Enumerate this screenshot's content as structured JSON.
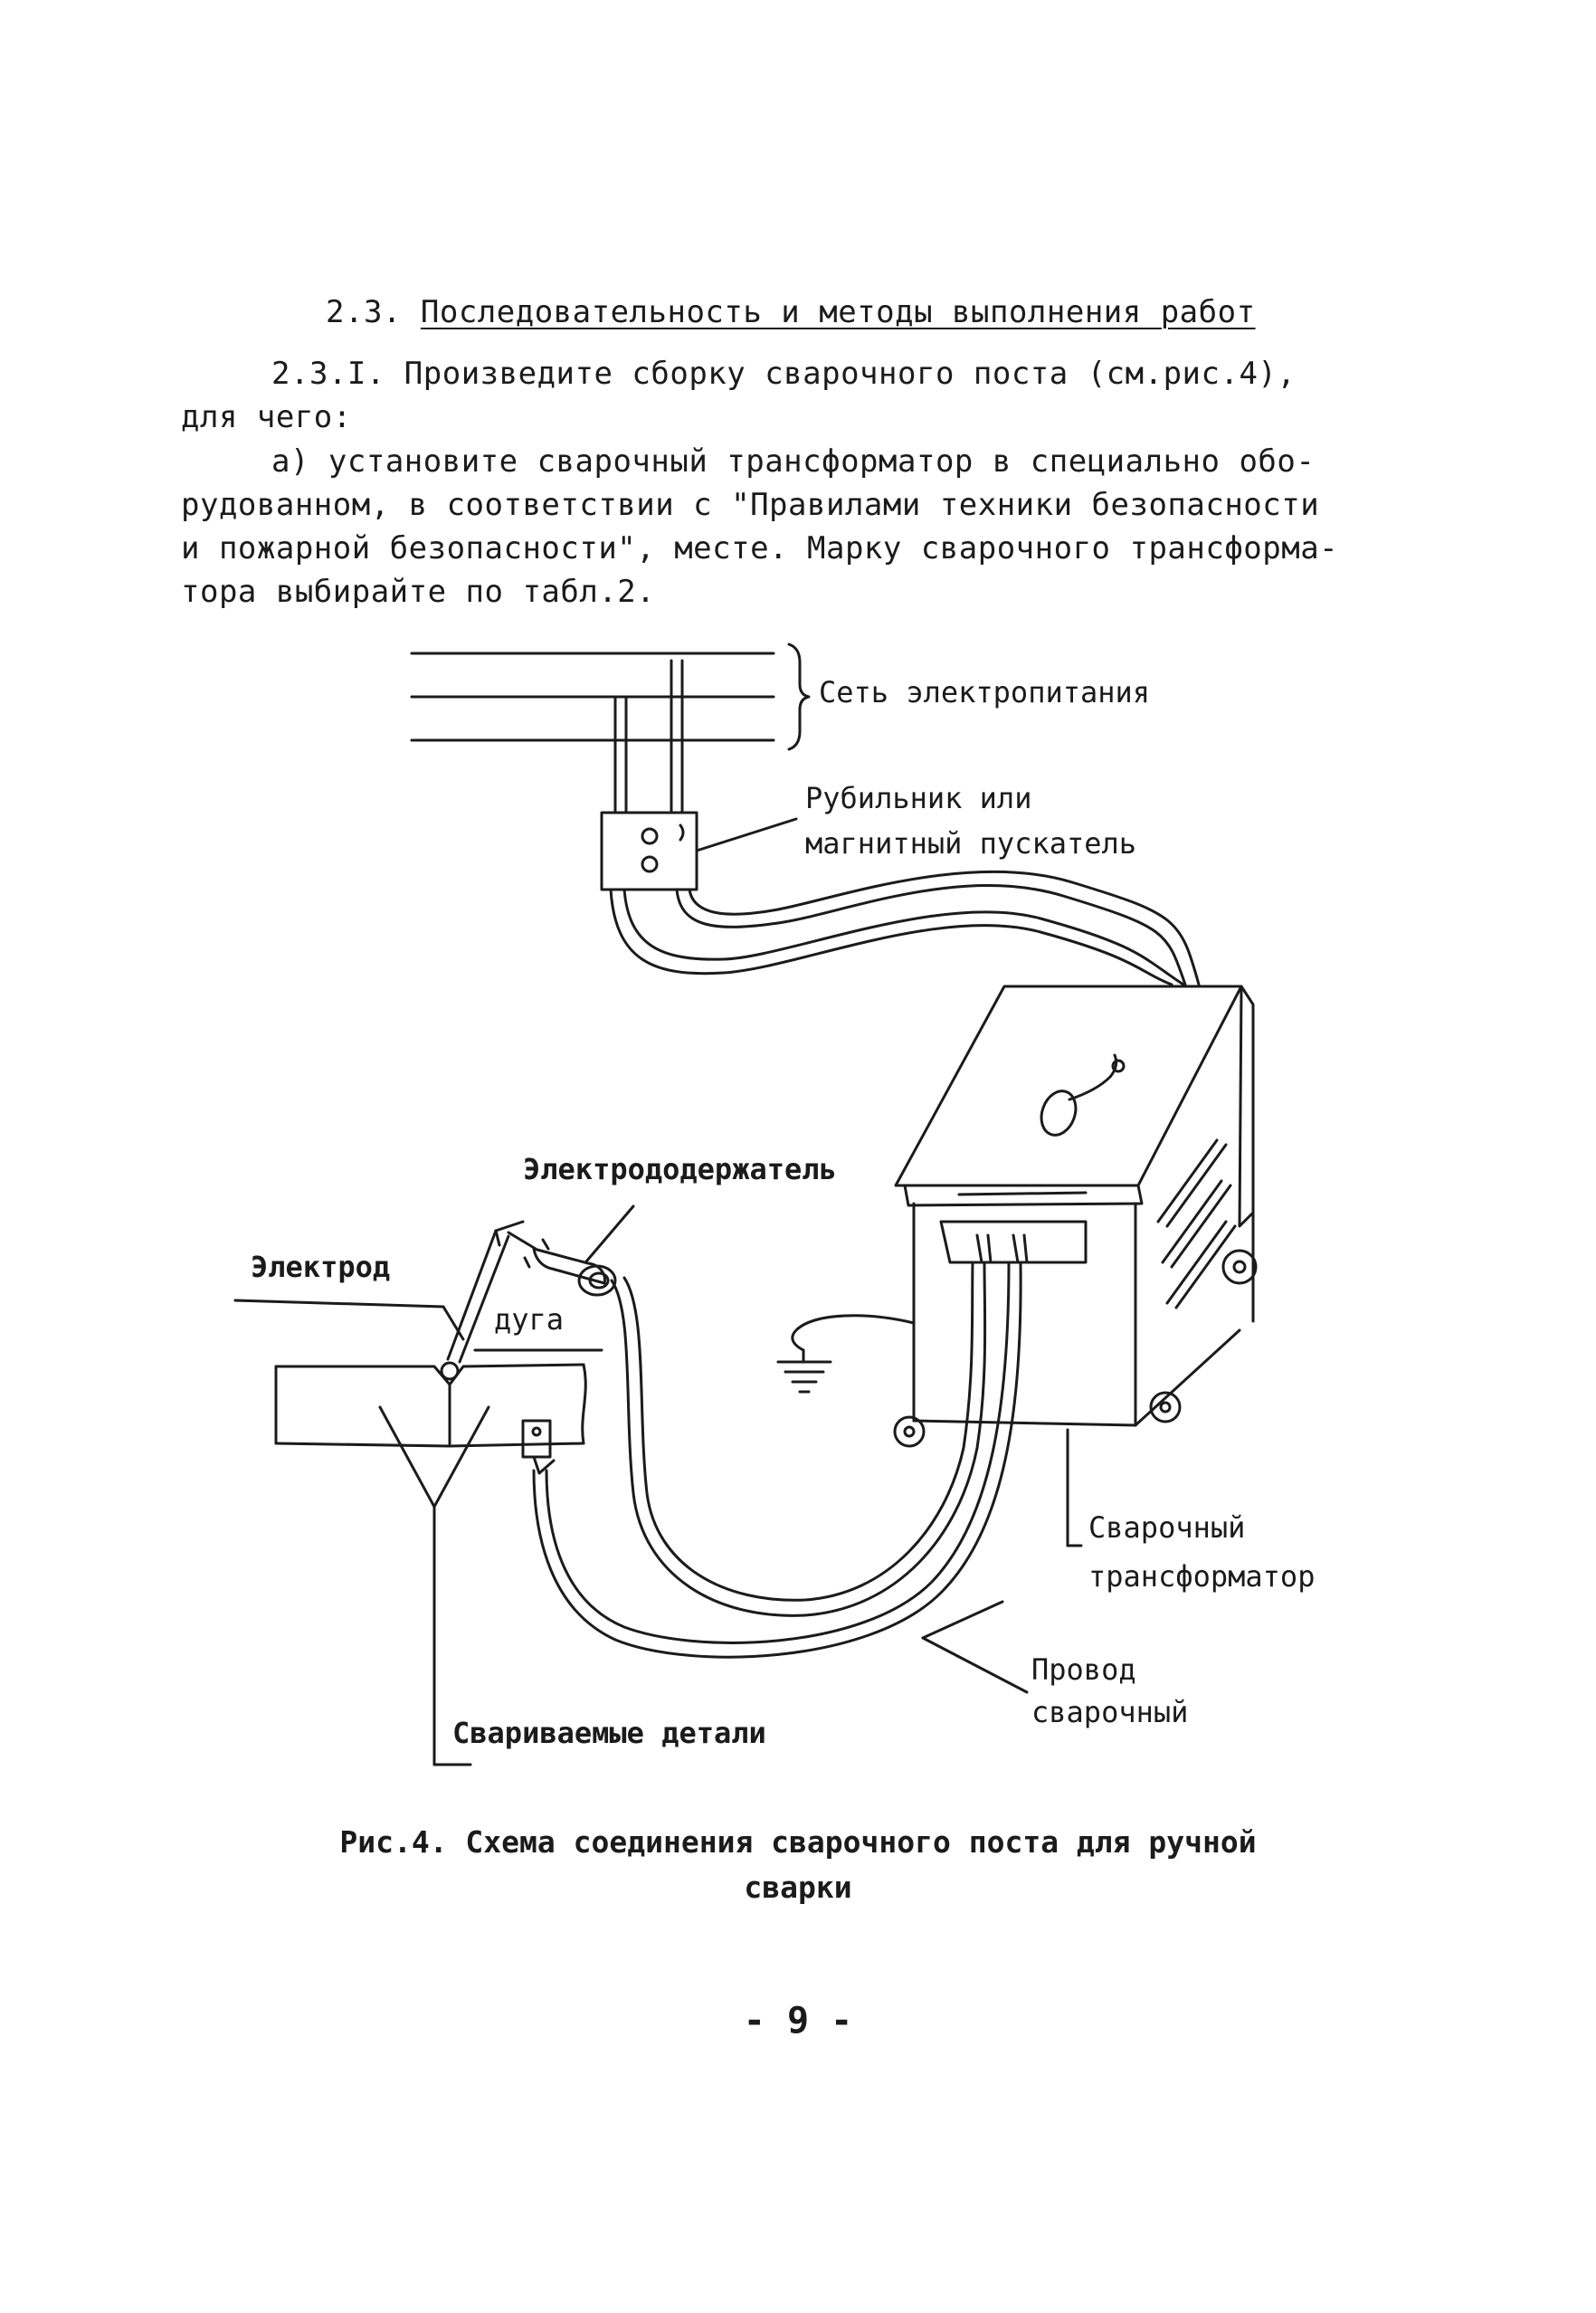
{
  "section": {
    "number": "2.3.",
    "title": "Последовательность и методы выполнения работ"
  },
  "paragraphs": {
    "p1_line1": "2.3.I. Произведите сборку сварочного поста (см.рис.4),",
    "p1_line2": "для чего:",
    "p2_line1": "а) установите сварочный трансформатор в специально обо-",
    "p2_line2": "рудованном, в соответствии с \"Правилами техники безопасности",
    "p2_line3": "и пожарной безопасности\", месте. Марку сварочного трансформа-",
    "p2_line4": "тора выбирайте по табл.2."
  },
  "figure": {
    "labels": {
      "power_network": "Сеть электропитания",
      "switch_line1": "Рубильник или",
      "switch_line2": "магнитный пускатель",
      "electrode_holder": "Электрододержатель",
      "electrode": "Электрод",
      "arc": "дуга",
      "transformer_line1": "Сварочный",
      "transformer_line2": "трансформатор",
      "cable_line1": "Провод",
      "cable_line2": "сварочный",
      "workpieces": "Свариваемые детали"
    },
    "caption_line1": "Рис.4. Схема соединения сварочного поста для ручной",
    "caption_line2": "сварки"
  },
  "page_number": "- 9 -"
}
